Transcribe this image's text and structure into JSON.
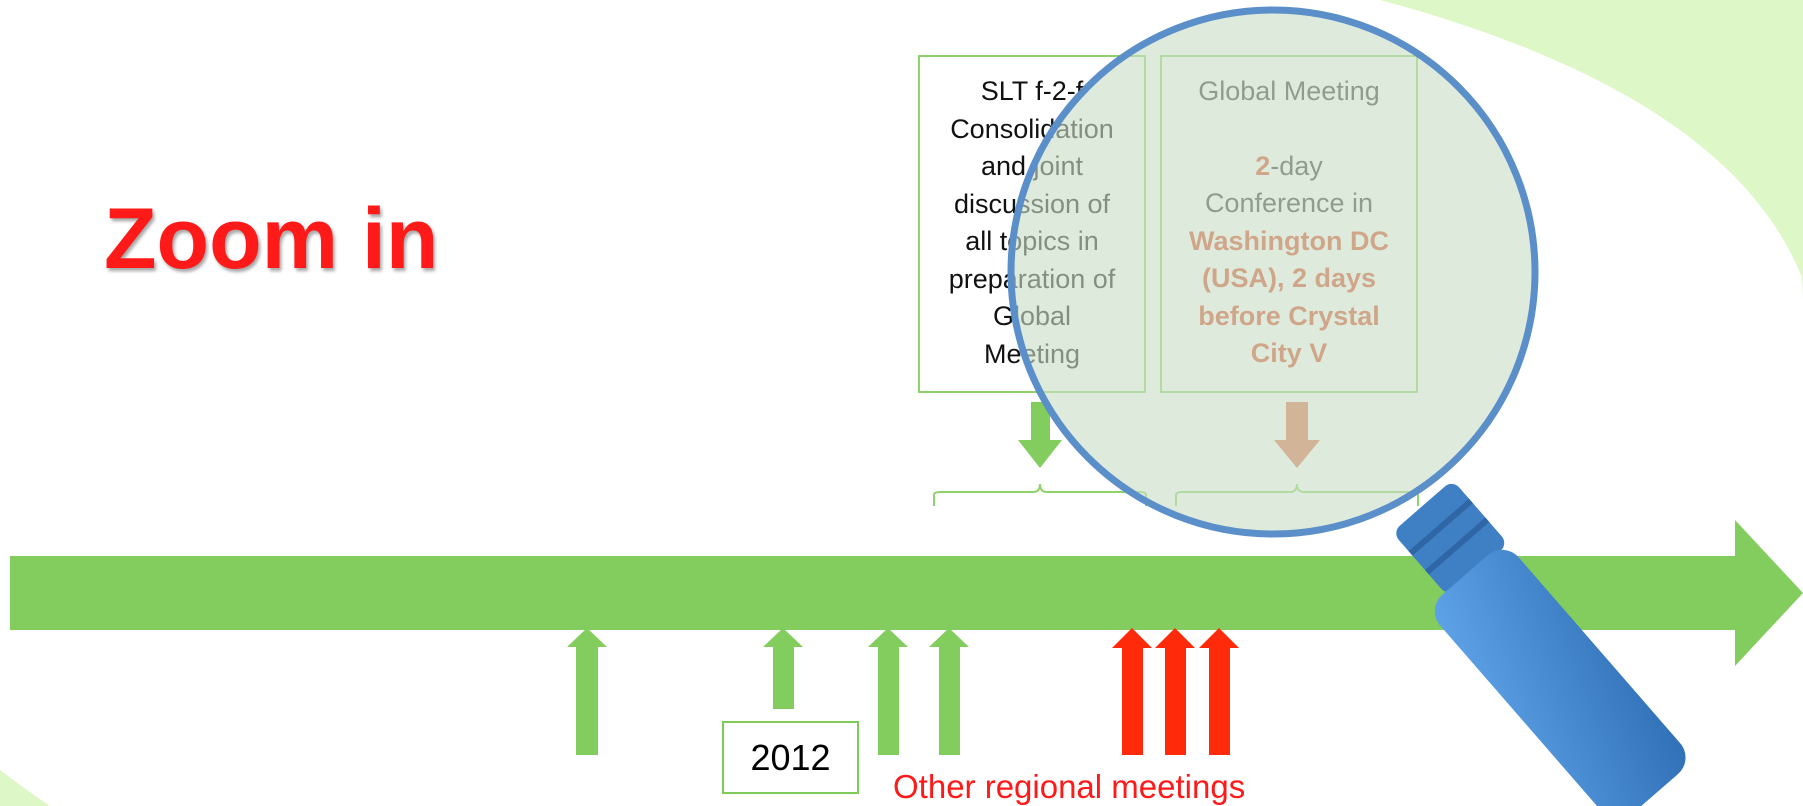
{
  "slide": {
    "title": "Zoom in"
  },
  "boxes": [
    {
      "name": "slt-f2f-box",
      "lines": [
        "SLT f-2-f",
        "Consolidation",
        "and joint",
        "discussion of",
        "all topics in",
        "preparation of",
        "Global",
        "Meeting"
      ]
    },
    {
      "name": "global-meeting-box",
      "heading": "Global Meeting",
      "num": "2",
      "num_suffix": "-day",
      "line2": "Conference in",
      "bold_lines": [
        "Washington DC",
        "(USA), 2 days",
        "before Crystal",
        "City V"
      ]
    }
  ],
  "timeline": {
    "year_label": "2012",
    "regional_label": "Other regional meetings"
  },
  "colors": {
    "timeline_green": "#82cd5e",
    "highlight_red": "#ff1a1a",
    "orange_arrow": "#e0704c",
    "lens_tint": "#c9dfc6",
    "lens_rim": "#5b8fc9",
    "handle_blue": "#4a8fd6"
  },
  "icons": {
    "magnifier": "magnifying-glass-icon"
  }
}
